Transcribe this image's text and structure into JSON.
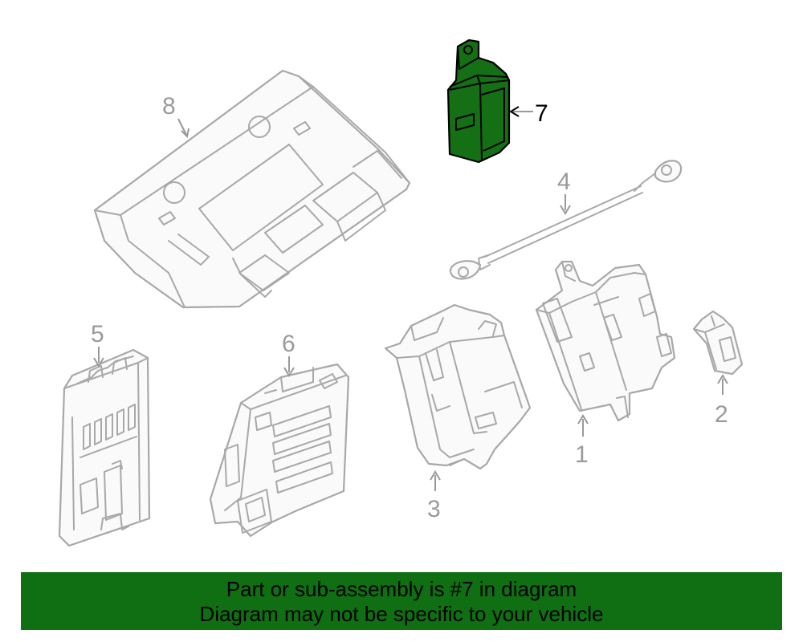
{
  "diagram": {
    "highlight_color": "#157015",
    "banner_color": "#0f6f12",
    "highlighted_part": "7",
    "callouts": {
      "c1": "1",
      "c2": "2",
      "c3": "3",
      "c4": "4",
      "c5": "5",
      "c6": "6",
      "c7": "7",
      "c8": "8"
    }
  },
  "banner": {
    "line1": "Part or sub-assembly is #7 in diagram",
    "line2": "Diagram may not be specific to your vehicle"
  }
}
